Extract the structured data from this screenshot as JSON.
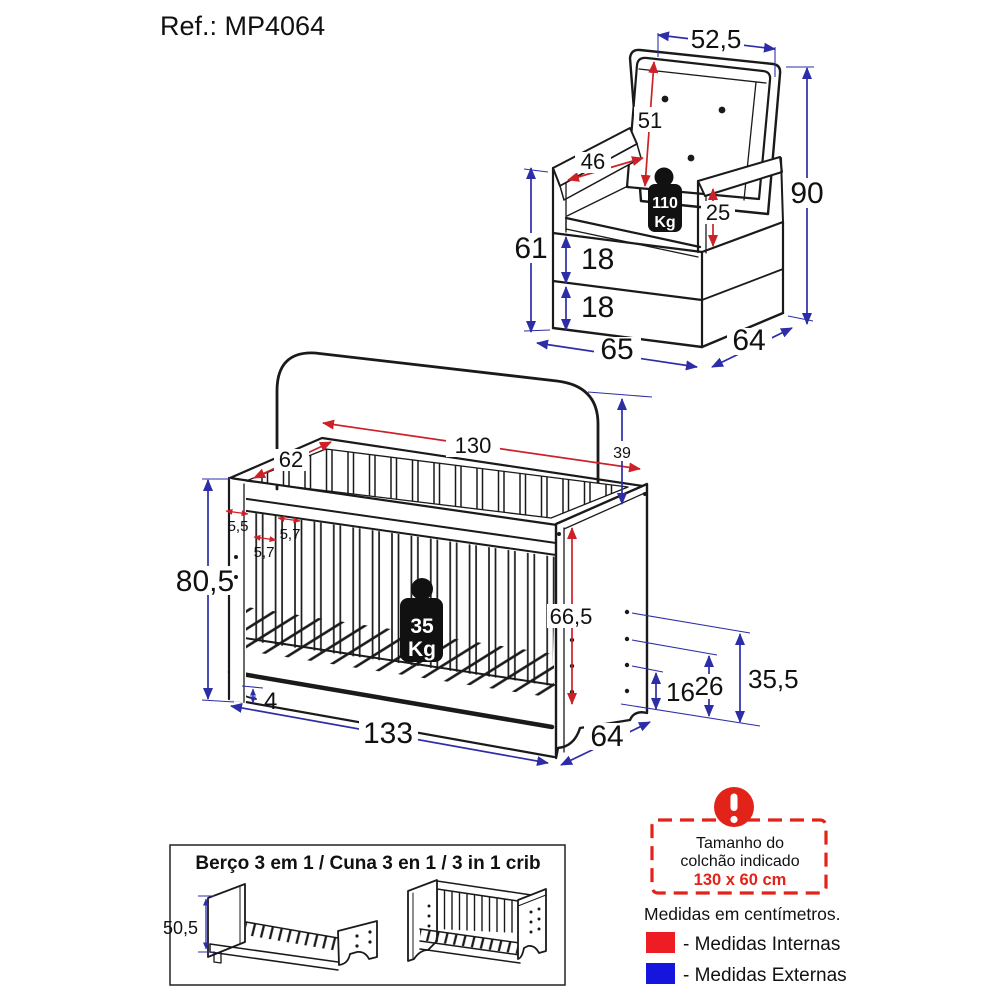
{
  "title": {
    "ref": "Ref.: MP4064"
  },
  "colors": {
    "internal": "#cc2127",
    "external": "#2d2da8",
    "ink": "#1a1a1a",
    "legend_red": "#ee1c23",
    "legend_blue": "#1515dd",
    "warning_red": "#e2231a"
  },
  "armchair": {
    "dims": {
      "top_width": "52,5",
      "back_height": "51",
      "inner_width": "46",
      "armrest_height": "25",
      "total_height": "90",
      "arm_height": "61",
      "base_upper": "18",
      "base_lower": "18",
      "width": "65",
      "depth": "64"
    },
    "weight": {
      "value": "110",
      "unit": "Kg"
    }
  },
  "crib": {
    "dims": {
      "inner_length": "130",
      "inner_width": "62",
      "headboard": "39",
      "gap_a": "5,5",
      "gap_b": "5,7",
      "gap_c": "5,7",
      "total_height": "80,5",
      "inner_height": "66,5",
      "level_1": "16",
      "level_2": "26",
      "level_3": "35,5",
      "base_gap": "4",
      "length": "133",
      "depth": "64"
    },
    "weight": {
      "value": "35",
      "unit": "Kg"
    }
  },
  "variants": {
    "title": "Berço 3 em 1 / Cuna 3 en 1 / 3 in 1 crib",
    "bed_height": "50,5"
  },
  "mattress": {
    "line1": "Tamanho do",
    "line2": "colchão indicado",
    "size": "130 x 60 cm"
  },
  "legend": {
    "units": "Medidas em centímetros.",
    "internal": "- Medidas Internas",
    "external": "- Medidas Externas"
  }
}
